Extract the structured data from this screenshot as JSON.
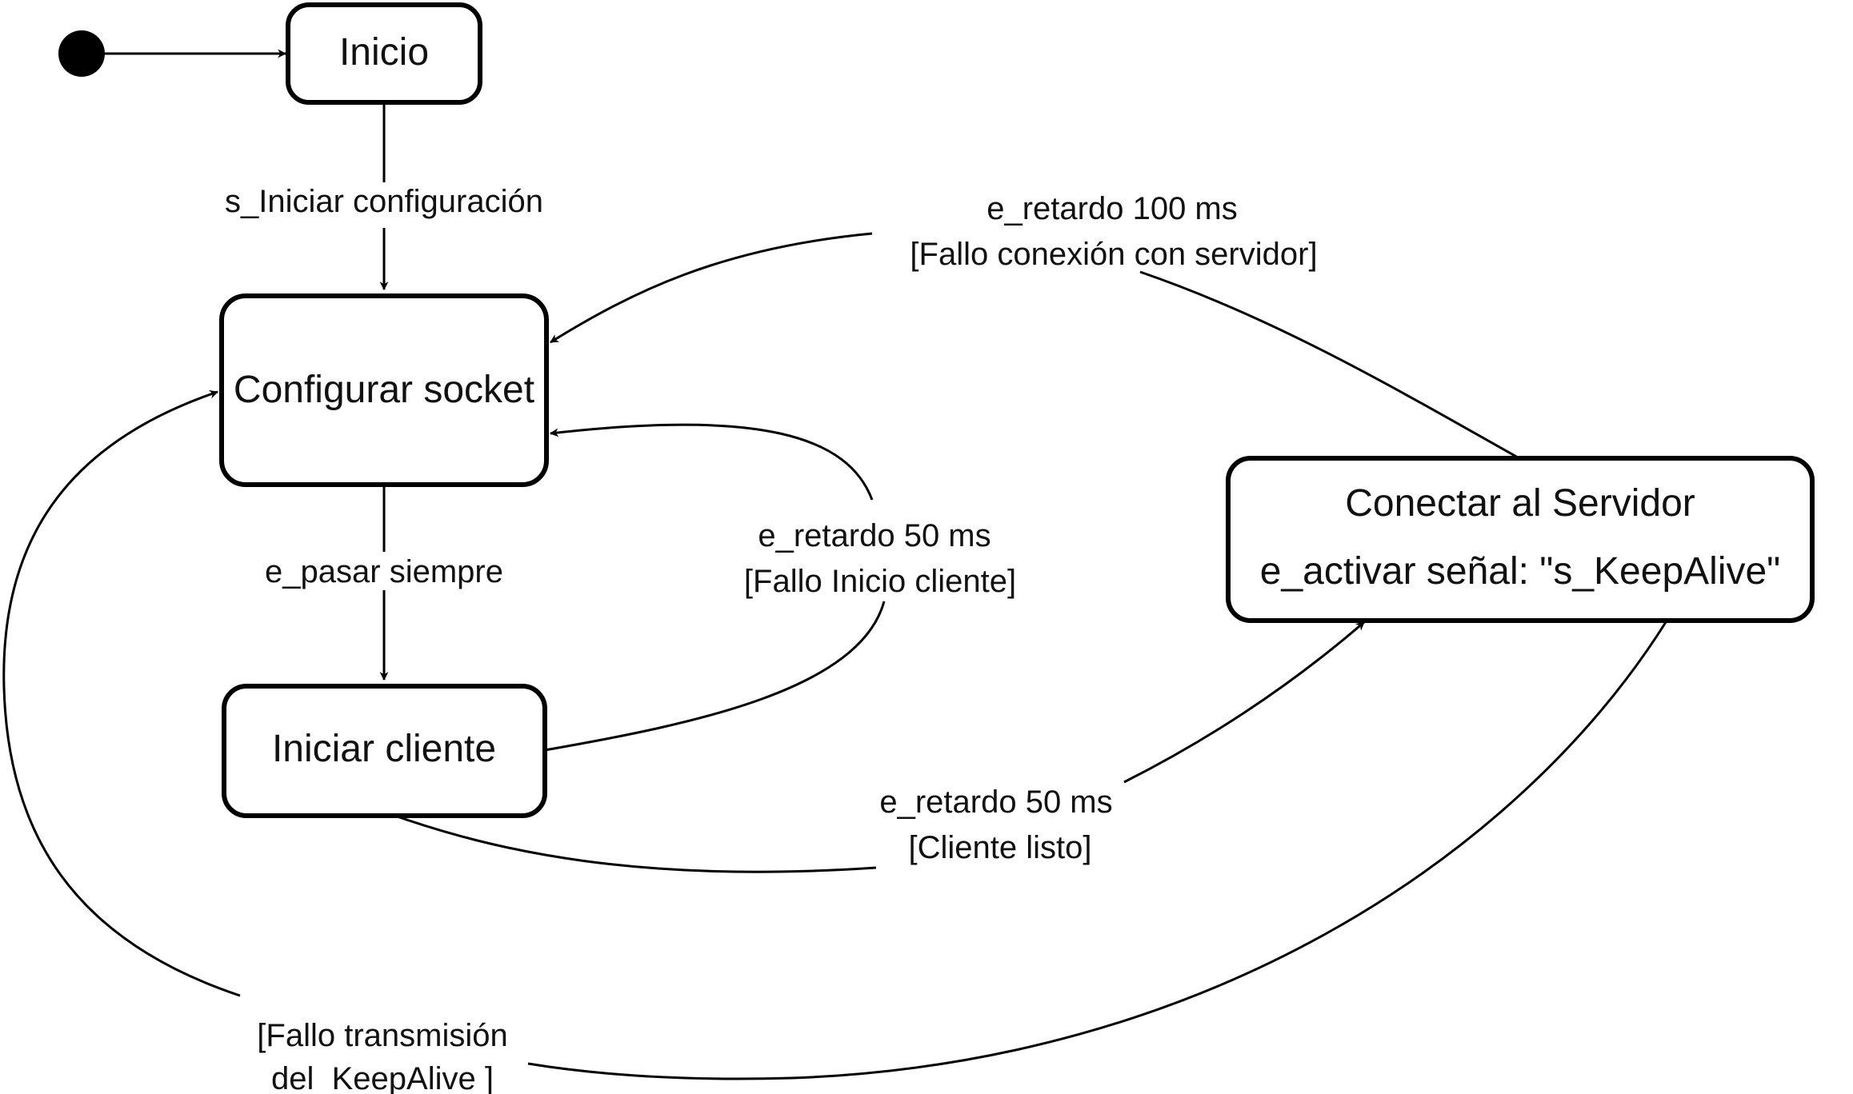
{
  "diagram": {
    "states": {
      "inicio": "Inicio",
      "configurar": "Configurar socket",
      "iniciar_cliente": "Iniciar cliente",
      "conectar": {
        "title": "Conectar al Servidor",
        "activity": "e_activar señal: \"s_KeepAlive\""
      }
    },
    "transitions": {
      "inicio_configurar": "s_Iniciar configuración",
      "configurar_iniciar": "e_pasar siempre",
      "fallo_inicio": {
        "line1": "e_retardo 50 ms",
        "line2": "[Fallo Inicio cliente]"
      },
      "cliente_listo": {
        "line1": "e_retardo 50 ms",
        "line2": "[Cliente listo]"
      },
      "fallo_conexion": {
        "line1": "e_retardo 100 ms",
        "line2": "[Fallo conexión con servidor]"
      },
      "fallo_keepalive": {
        "line1": "[Fallo transmisión",
        "line2": "del  KeepAlive ]"
      }
    }
  }
}
